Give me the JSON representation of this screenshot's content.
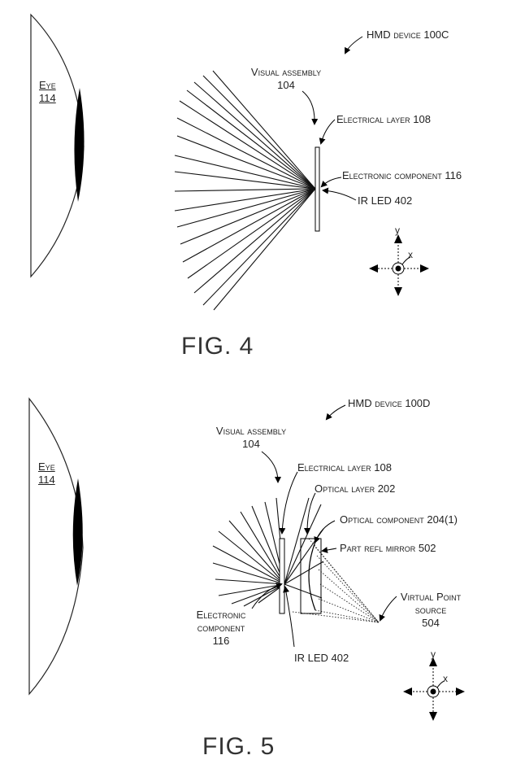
{
  "figure4": {
    "device_label": "HMD device 100C",
    "visual_assembly_line1": "Visual assembly",
    "visual_assembly_line2": "104",
    "electrical_layer": "Electrical layer 108",
    "electronic_component": "Electronic component 116",
    "ir_led": "IR LED 402",
    "eye_word": "Eye",
    "eye_number": "114",
    "axis_y": "y",
    "axis_x": "x",
    "caption": "FIG. 4"
  },
  "figure5": {
    "device_label": "HMD device 100D",
    "visual_assembly_line1": "Visual assembly",
    "visual_assembly_line2": "104",
    "electrical_layer": "Electrical layer 108",
    "optical_layer": "Optical layer 202",
    "optical_component": "Optical component 204(1)",
    "part_refl_mirror": "Part refl mirror 502",
    "electronic_line1": "Electronic",
    "electronic_line2": "component",
    "electronic_line3": "116",
    "ir_led": "IR LED 402",
    "virtual_line1": "Virtual Point",
    "virtual_line2": "source",
    "virtual_line3": "504",
    "eye_word": "Eye",
    "eye_number": "114",
    "axis_y": "y",
    "axis_x": "x",
    "caption": "FIG. 5"
  }
}
